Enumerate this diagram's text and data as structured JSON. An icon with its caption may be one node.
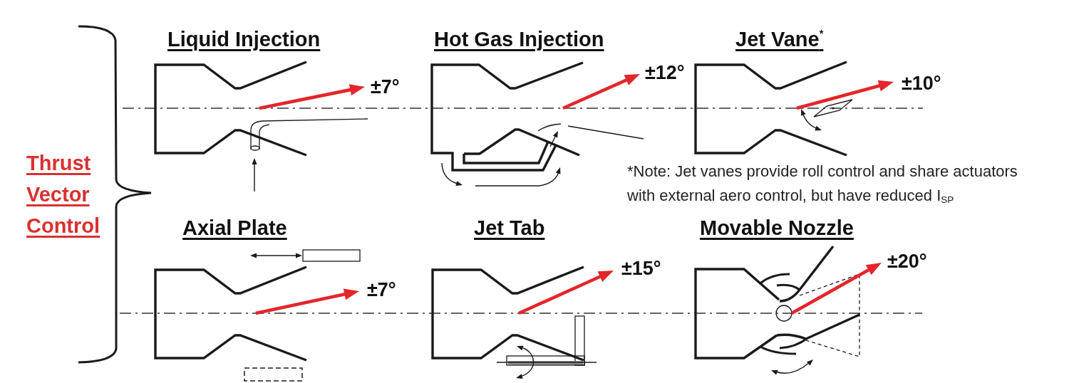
{
  "diagram": {
    "labels": [
      "Thrust Vector Control",
      "Liquid Injection",
      "±7°",
      "Hot Gas Injection",
      "±12°",
      "Jet Vane$^{*}$",
      "±10°",
      "*Note: Jet vanes provide roll control and share actuators with external aero control, but have reduced I$_{SP}$",
      "Axial Plate",
      "±7°",
      "Jet Tab",
      "±15°",
      "Movable Nozzle",
      "±20°"
    ]
  }
}
